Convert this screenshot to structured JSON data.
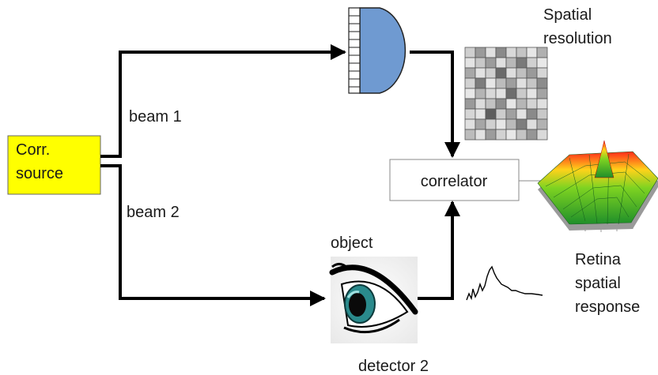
{
  "source": {
    "line1": "Corr.",
    "line2": "source",
    "fill": "#ffff00"
  },
  "beams": {
    "beam1": "beam 1",
    "beam2": "beam 2"
  },
  "correlator": {
    "label": "correlator"
  },
  "object": {
    "label": "object"
  },
  "detector2": {
    "label": "detector 2"
  },
  "spatial_resolution": {
    "line1": "Spatial",
    "line2": "resolution"
  },
  "retina": {
    "line1": "Retina",
    "line2": "spatial",
    "line3": "response"
  },
  "colors": {
    "detector": "#6f9ad1",
    "line": "#000000",
    "eye_iris": "#2a8a8c"
  },
  "icons": [
    "array-detector-icon",
    "pixel-grid-icon",
    "eye-icon",
    "retina-surface-icon",
    "signal-trace-icon"
  ]
}
